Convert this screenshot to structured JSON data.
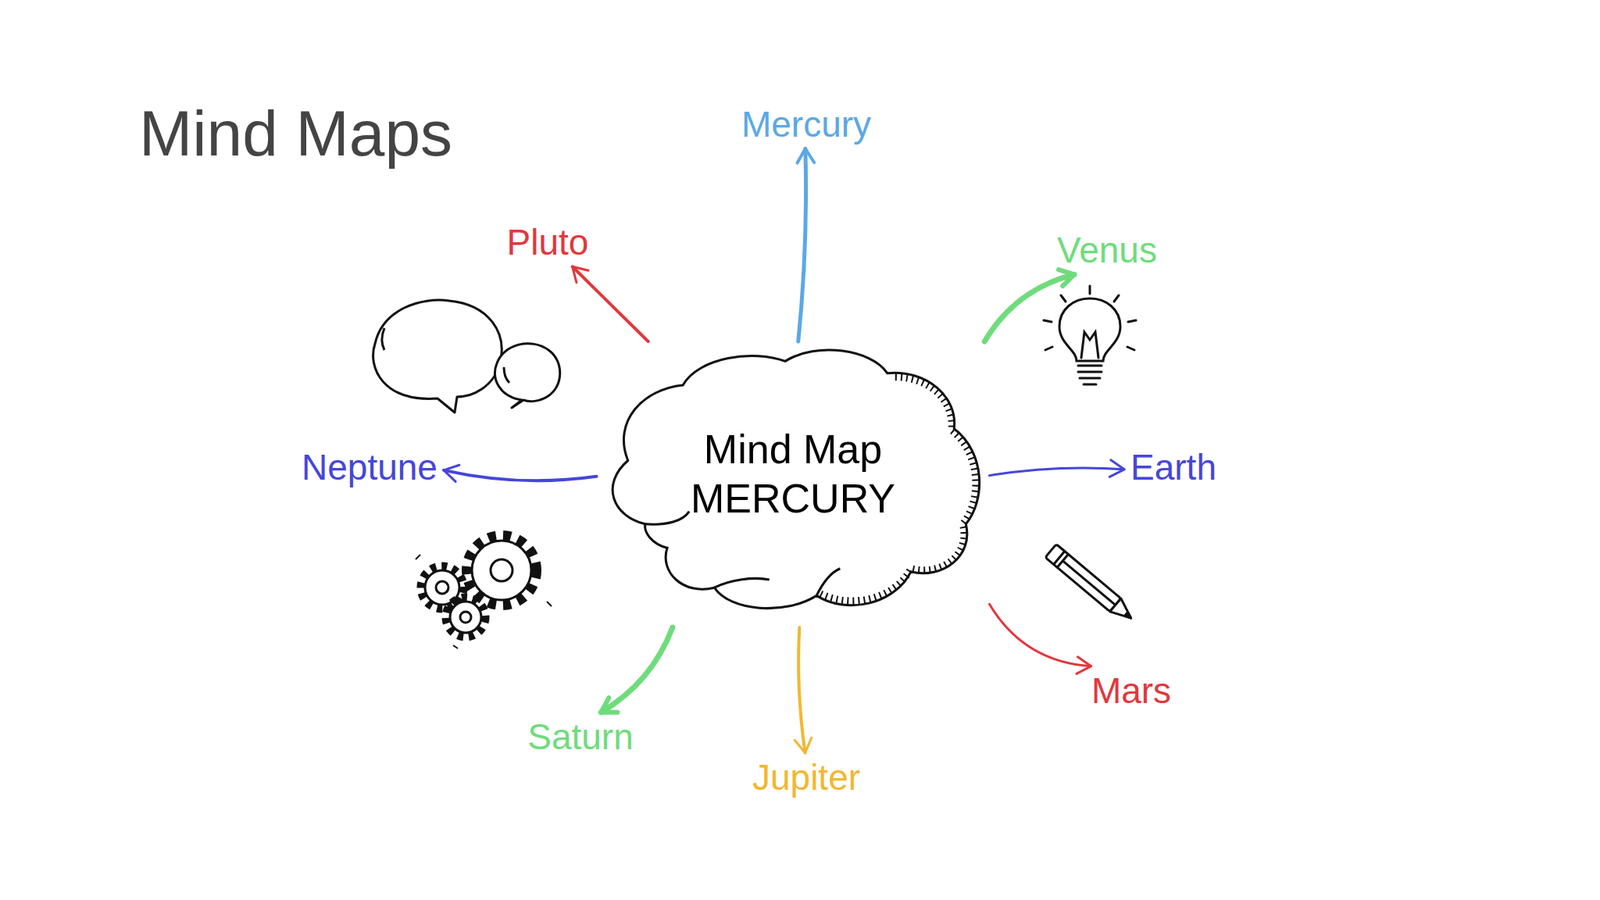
{
  "diagram": {
    "title": "Mind Maps",
    "nodes": [
      {
        "text": [
          "Mind Map",
          "MERCURY"
        ]
      },
      {
        "text": [
          "Mercury"
        ]
      },
      {
        "text": [
          "Venus"
        ]
      },
      {
        "text": [
          "Earth"
        ]
      },
      {
        "text": [
          "Mars"
        ]
      },
      {
        "text": [
          "Jupiter"
        ]
      },
      {
        "text": [
          "Saturn"
        ]
      },
      {
        "text": [
          "Neptune"
        ]
      },
      {
        "text": [
          "Pluto"
        ]
      }
    ],
    "edges": [
      {
        "from": 0,
        "to": 1,
        "arrow": "to"
      },
      {
        "from": 0,
        "to": 2,
        "arrow": "to"
      },
      {
        "from": 0,
        "to": 3,
        "arrow": "to"
      },
      {
        "from": 0,
        "to": 4,
        "arrow": "to"
      },
      {
        "from": 0,
        "to": 5,
        "arrow": "to"
      },
      {
        "from": 0,
        "to": 6,
        "arrow": "to"
      },
      {
        "from": 0,
        "to": 7,
        "arrow": "to"
      },
      {
        "from": 0,
        "to": 8,
        "arrow": "to"
      }
    ]
  }
}
